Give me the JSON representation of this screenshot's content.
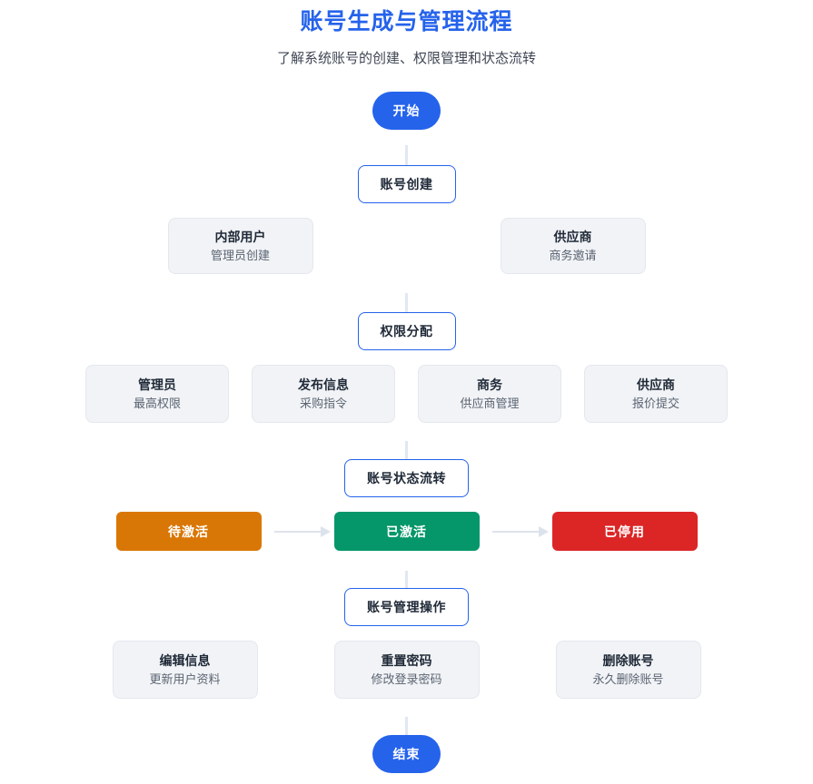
{
  "page": {
    "title": "账号生成与管理流程",
    "subtitle": "了解系统账号的创建、权限管理和状态流转"
  },
  "flow": {
    "start_label": "开始",
    "end_label": "结束",
    "stages": {
      "creation": {
        "label": "账号创建",
        "children": [
          {
            "title": "内部用户",
            "subtitle": "管理员创建"
          },
          {
            "title": "供应商",
            "subtitle": "商务邀请"
          }
        ]
      },
      "permission": {
        "label": "权限分配",
        "children": [
          {
            "title": "管理员",
            "subtitle": "最高权限"
          },
          {
            "title": "发布信息",
            "subtitle": "采购指令"
          },
          {
            "title": "商务",
            "subtitle": "供应商管理"
          },
          {
            "title": "供应商",
            "subtitle": "报价提交"
          }
        ]
      },
      "status": {
        "label": "账号状态流转",
        "children": [
          {
            "title": "待激活",
            "color": "#d97706"
          },
          {
            "title": "已激活",
            "color": "#059669"
          },
          {
            "title": "已停用",
            "color": "#dc2626"
          }
        ]
      },
      "management": {
        "label": "账号管理操作",
        "children": [
          {
            "title": "编辑信息",
            "subtitle": "更新用户资料"
          },
          {
            "title": "重置密码",
            "subtitle": "修改登录密码"
          },
          {
            "title": "删除账号",
            "subtitle": "永久删除账号"
          }
        ]
      }
    }
  },
  "colors": {
    "accent_blue": "#2563eb",
    "status_pending": "#d97706",
    "status_active": "#059669",
    "status_disabled": "#dc2626",
    "connector": "#e2e8f0",
    "card_background": "#f1f3f6"
  }
}
